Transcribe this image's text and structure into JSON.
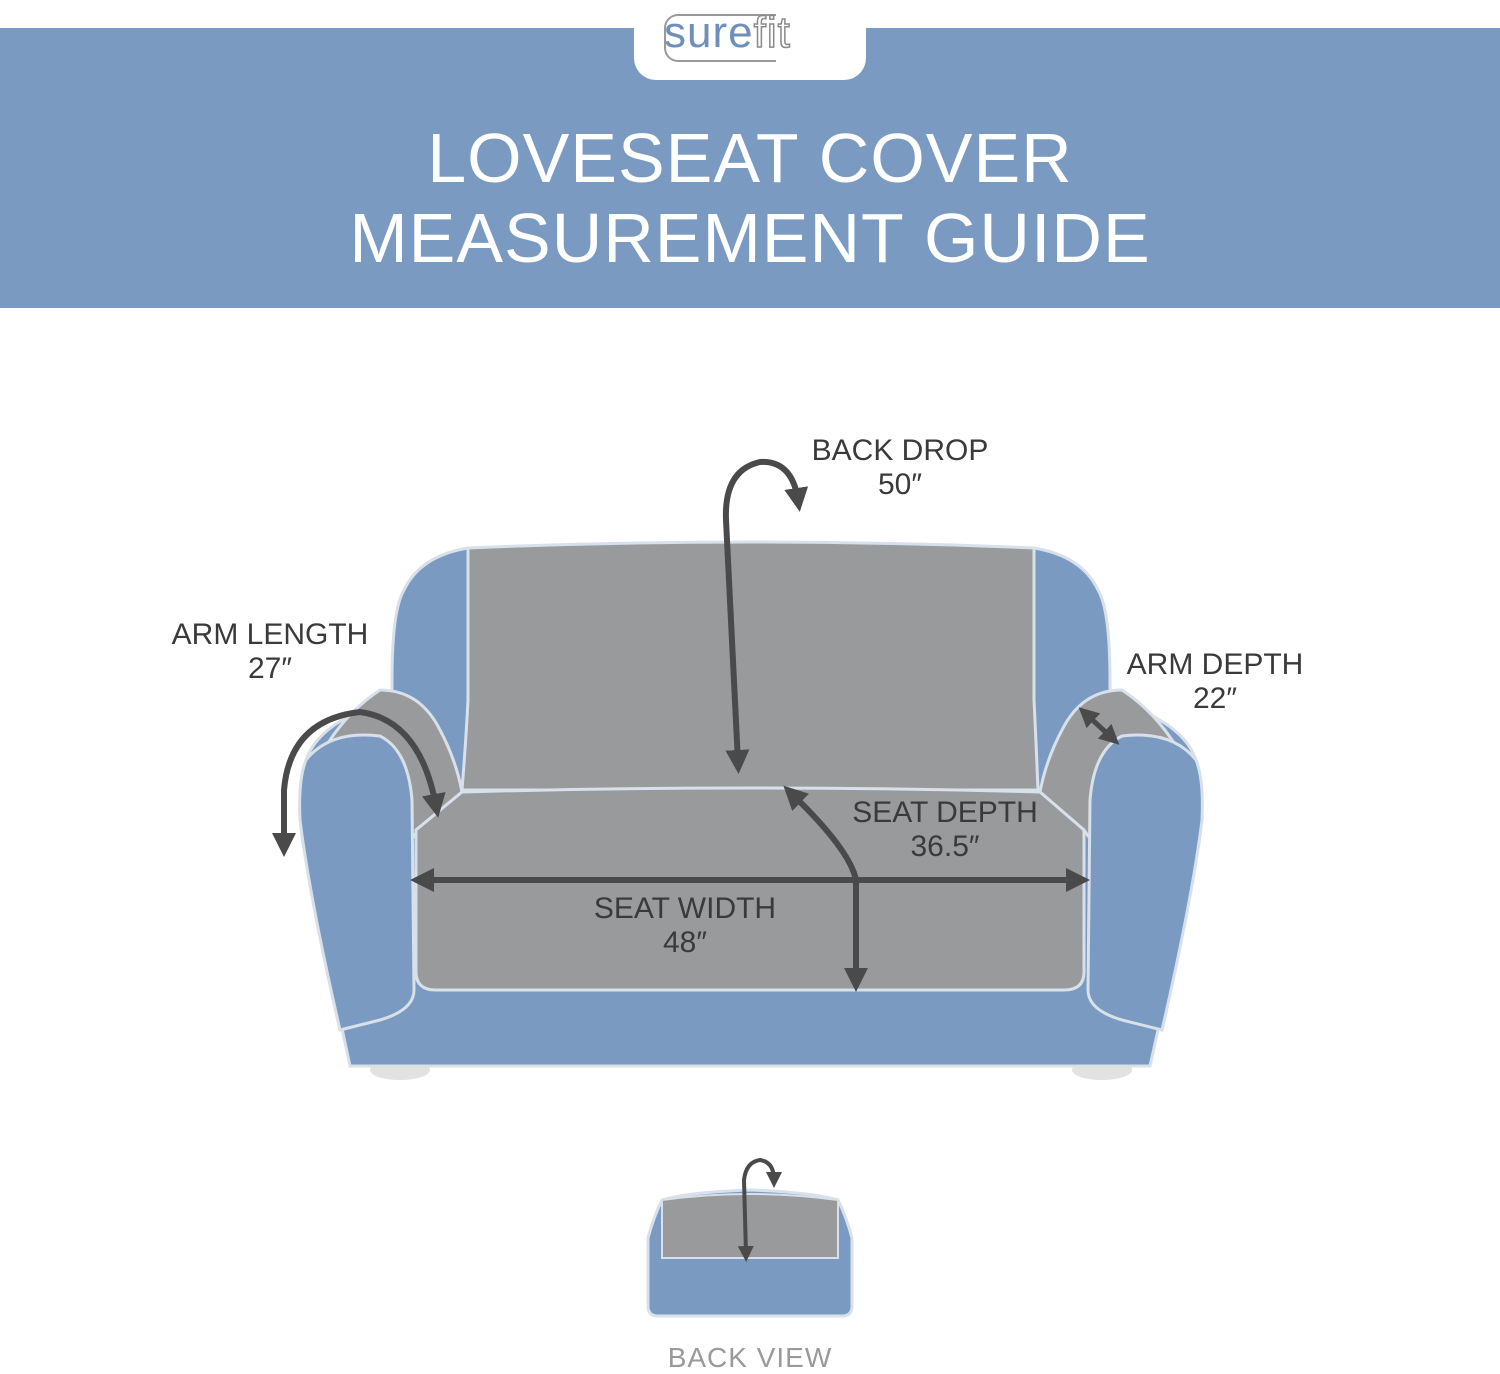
{
  "brand": {
    "sure": "sure",
    "fit": "fit"
  },
  "title": {
    "line1": "LOVESEAT COVER",
    "line2": "MEASUREMENT GUIDE"
  },
  "colors": {
    "band": "#7a9ac2",
    "sofa_blue": "#7a9ac2",
    "cover_gray": "#999a9c",
    "arrow": "#4a4a4a",
    "outline": "#d8e0ea"
  },
  "measurements": {
    "back_drop": {
      "label": "BACK DROP",
      "value": "50″"
    },
    "arm_length": {
      "label": "ARM LENGTH",
      "value": "27″"
    },
    "arm_depth": {
      "label": "ARM DEPTH",
      "value": "22″"
    },
    "seat_depth": {
      "label": "SEAT DEPTH",
      "value": "36.5″"
    },
    "seat_width": {
      "label": "SEAT WIDTH",
      "value": "48″"
    }
  },
  "back_view": {
    "label": "BACK VIEW"
  }
}
